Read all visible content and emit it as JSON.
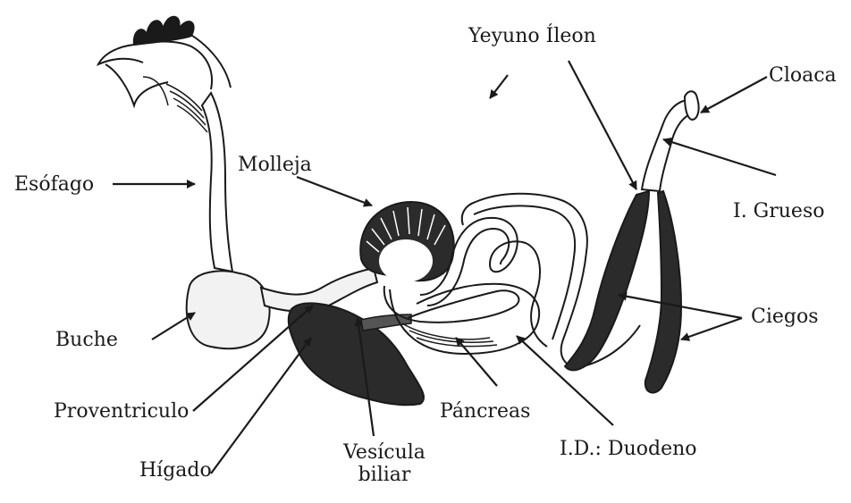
{
  "labels": {
    "yeyuno_ileon": "Yeyuno Íleon",
    "cloaca": "Cloaca",
    "esofago": "Esófago",
    "molleja": "Molleja",
    "i_grueso": "I. Grueso",
    "ciegos": "Ciegos",
    "buche": "Buche",
    "proventriculo": "Proventriculo",
    "pancreas": "Páncreas",
    "higado": "Hígado",
    "vesicula_line1": "Vesícula",
    "vesicula_line2": "biliar",
    "duodeno": "I.D.: Duodeno"
  },
  "colors": {
    "ink": "#1a1a1a",
    "dark_organ": "#2b2b2b",
    "light_organ": "#f2f2f2"
  }
}
